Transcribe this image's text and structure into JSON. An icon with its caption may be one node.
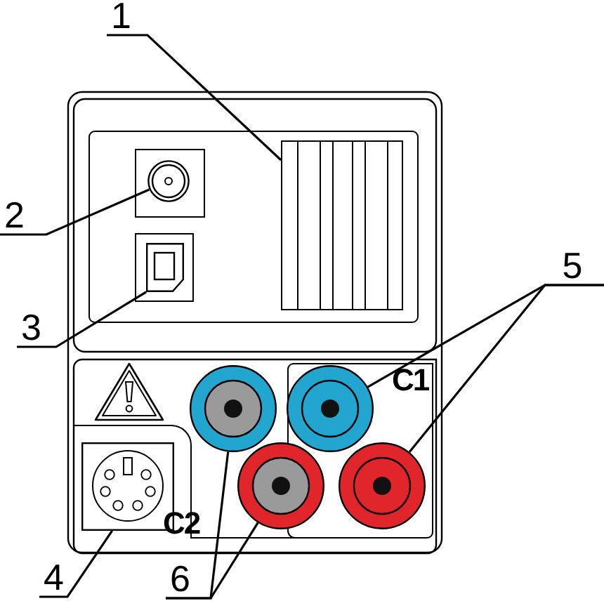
{
  "diagram": {
    "nodes": [
      {
        "text": [
          "1"
        ]
      },
      {
        "text": [
          "2"
        ]
      },
      {
        "text": [
          "3"
        ]
      },
      {
        "text": [
          "4"
        ]
      },
      {
        "text": [
          "5"
        ]
      },
      {
        "text": [
          "6"
        ]
      },
      {
        "text": [],
        "shape": "box"
      },
      {
        "text": [],
        "shape": "circle"
      },
      {
        "text": [],
        "shape": "box"
      },
      {
        "text": [],
        "shape": "box"
      },
      {
        "text": [],
        "shape": "circle"
      },
      {
        "text": [],
        "shape": "circle"
      },
      {
        "text": [],
        "shape": "circle"
      },
      {
        "text": [],
        "shape": "circle"
      }
    ],
    "edges": [
      {
        "from": 0,
        "to": 6,
        "arrow": "none"
      },
      {
        "from": 1,
        "to": 7,
        "arrow": "none"
      },
      {
        "from": 2,
        "to": 8,
        "arrow": "none"
      },
      {
        "from": 3,
        "to": 9,
        "arrow": "none"
      },
      {
        "from": 4,
        "to": 10,
        "arrow": "none"
      },
      {
        "from": 4,
        "to": 11,
        "arrow": "none"
      },
      {
        "from": 5,
        "to": 12,
        "arrow": "none"
      },
      {
        "from": 5,
        "to": 13,
        "arrow": "none"
      }
    ],
    "labels": [
      "C1",
      "C2"
    ]
  }
}
